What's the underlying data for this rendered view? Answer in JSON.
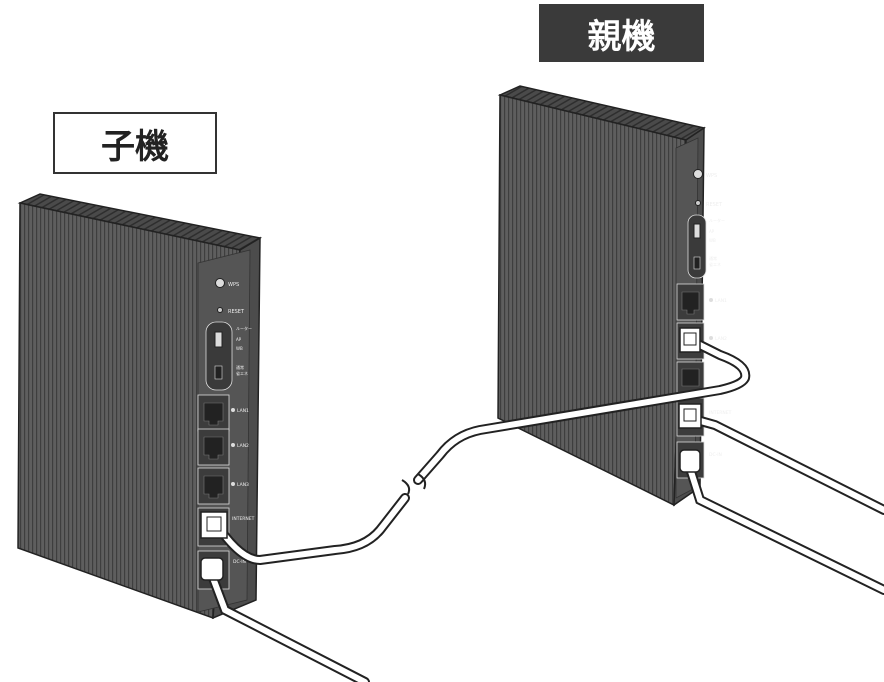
{
  "labels": {
    "child": "子機",
    "parent": "親機"
  },
  "port_labels": {
    "wps": "WPS",
    "reset": "RESET",
    "mode_top": "ルーター",
    "mode_ap": "AP",
    "mode_wb": "WB",
    "power_top": "通常",
    "power_bottom": "省エネ",
    "lan1": "LAN1",
    "lan2": "LAN2",
    "lan3": "LAN3",
    "internet": "INTERNET",
    "dcin": "DC-IN"
  },
  "colors": {
    "device_body": "#5b5b5b",
    "device_top": "#464646",
    "panel": "#4a4a4a",
    "cable_fill": "#ffffff",
    "cable_stroke": "#222222",
    "parent_label_bg": "#3a3a3a"
  }
}
